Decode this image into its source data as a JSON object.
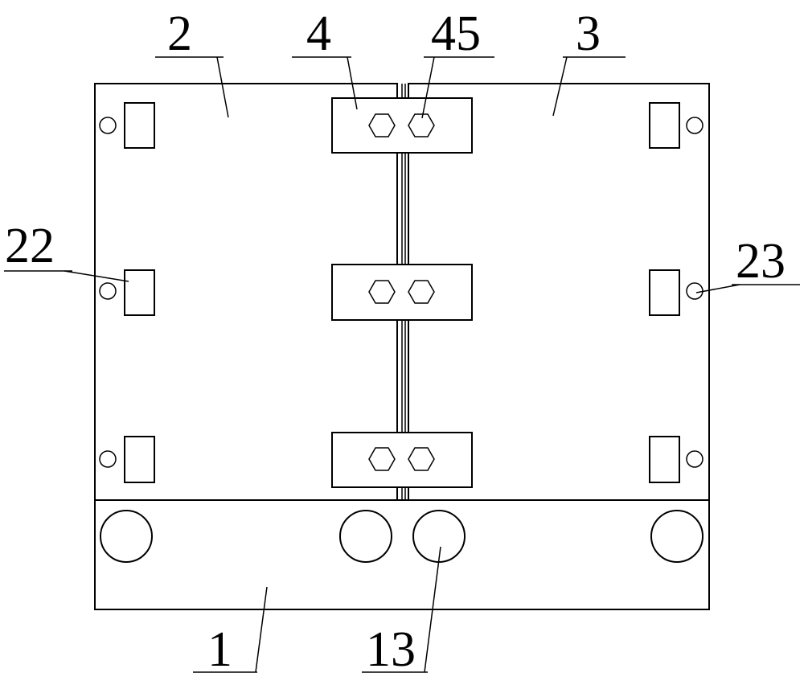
{
  "labels": {
    "main_base": "1",
    "left_panel": "2",
    "right_panel": "3",
    "connector_plate": "4",
    "hex_bolt": "45",
    "left_mount": "22",
    "right_mount": "23",
    "base_roller": "13"
  },
  "colors": {
    "stroke": "#000000",
    "background": "#ffffff"
  }
}
